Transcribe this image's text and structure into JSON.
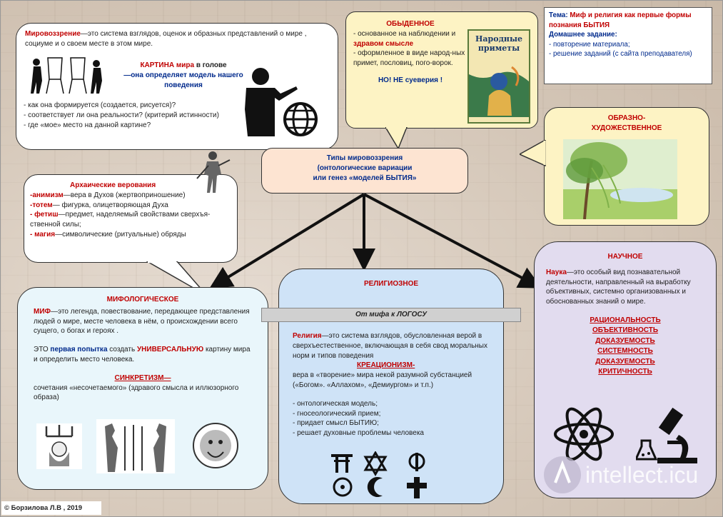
{
  "worldview": {
    "term": "Мировоззрение",
    "definition": "—это система взглядов, оценок и образных представлений о мире , социуме и о своем месте в этом мире.",
    "picture_title_part1": "КАРТИНА мира",
    "picture_title_part2": " в голове",
    "picture_subtitle": "—она определяет модель нашего поведения",
    "questions": [
      "- как она формируется (создается, рисуется)?",
      "- соответствует ли она реальности? (критерий истинности)",
      "- где «мое» место на данной картине?"
    ]
  },
  "everyday": {
    "title": "ОБЫДЕННОЕ",
    "line1": "- основанное на наблюдении и",
    "line2_bold": "здравом смысле",
    "line3": "- оформленное в виде народ-ных примет, пословиц, пого-ворок.",
    "note": "НО! НЕ суеверия !",
    "book_title_1": "Народные",
    "book_title_2": "приметы"
  },
  "topic": {
    "label": "Тема:",
    "title": "Миф и религия как первые формы познания БЫТИЯ",
    "homework_label": "Домашнее задание:",
    "items": [
      "- повторение материала;",
      "- решение заданий (с сайта преподавателя)"
    ]
  },
  "artistic": {
    "title": "ОБРАЗНО-ХУДОЖЕСТВЕННОЕ"
  },
  "center": {
    "line1": "Типы мировоззрения",
    "line2": "(онтологические вариации",
    "line3": "или генез «моделей БЫТИЯ»"
  },
  "archaic": {
    "title": "Архаические верования",
    "items": [
      {
        "term": "-анимизм",
        "text": "—вера в Духов (жертвоприношение)"
      },
      {
        "term": "-тотем",
        "text": "— фигурка, олицетворяющая Духа"
      },
      {
        "term": "- фетиш",
        "text": "—предмет, наделяемый свойствами сверхъя-ственной силы;"
      },
      {
        "term": "- магия",
        "text": "—символические (ритуальные) обряды"
      }
    ]
  },
  "myth": {
    "title": "МИФОЛОГИЧЕСКОЕ",
    "term": "МИФ",
    "definition": "—это легенда, повествование, передающее представления людей о мире, месте человека в нём, о происхождении всего сущего, о богах и героях .",
    "attempt_pre": "ЭТО ",
    "attempt_bold": "первая попытка",
    "attempt_mid": " создать ",
    "attempt_red": "УНИВЕРСАЛЬНУЮ",
    "attempt_post": " картину мира и определить место человека.",
    "syncretism_title": "СИНКРЕТИЗМ—",
    "syncretism_text": "сочетания «несочетаемого» (здравого смысла и иллюзорного образа)"
  },
  "religion": {
    "title": "РЕЛИГИОЗНОЕ",
    "bar": "От мифа к ЛОГОСУ",
    "term": "Религия",
    "definition": "—это система взглядов, обусловленная верой в сверхъестественное, включающая в себя свод моральных норм и типов поведения",
    "creationism": "КРЕАЦИОНИЗМ-",
    "creationism_text": "вера в «творение» мира некой разумной субстанцией (",
    "gods": "«Богом». «Аллахом», «Демиургом»",
    "creationism_end": " и т.п.)",
    "list": [
      "- онтологическая модель;",
      "- гносеологический прием;",
      "- придает смысл БЫТИЮ;",
      "- решает духовные проблемы человека"
    ]
  },
  "science": {
    "title": "НАУЧНОЕ",
    "term": "Наука",
    "definition": "—это особый вид познавательной деятельности, направленный на выработку объективных, системно организованных и обоснованных знаний о мире.",
    "criteria": [
      "РАЦИОНАЛЬНОСТЬ",
      "ОБЪЕКТИВНОСТЬ",
      "ДОКАЗУЕМОСТЬ",
      "СИСТЕМНОСТЬ",
      "ДОКАЗУЕМОСТЬ",
      "КРИТИЧНОСТЬ"
    ]
  },
  "copyright": "© Борзилова Л.В , 2019",
  "watermark": "intellect.icu",
  "colors": {
    "red": "#c00000",
    "blue": "#002a8c",
    "yellow_box": "#fdf3c4",
    "center_box": "#fde4d2",
    "myth_box": "#e9f6fb",
    "religion_box": "#cfe3f7",
    "science_box": "#e2dcef"
  }
}
